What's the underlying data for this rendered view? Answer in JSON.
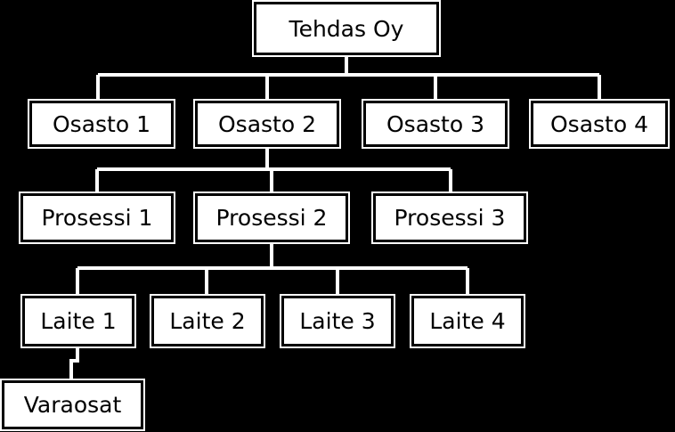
{
  "colors": {
    "background": "#000000",
    "box_fill": "#ffffff",
    "connector": "#ffffff",
    "text": "#000000"
  },
  "org_chart": {
    "root": "Tehdas Oy",
    "departments": [
      "Osasto 1",
      "Osasto 2",
      "Osasto 3",
      "Osasto 4"
    ],
    "processes": [
      "Prosessi 1",
      "Prosessi 2",
      "Prosessi 3"
    ],
    "devices": [
      "Laite 1",
      "Laite 2",
      "Laite 3",
      "Laite 4"
    ],
    "spare_parts": "Varaosat"
  }
}
